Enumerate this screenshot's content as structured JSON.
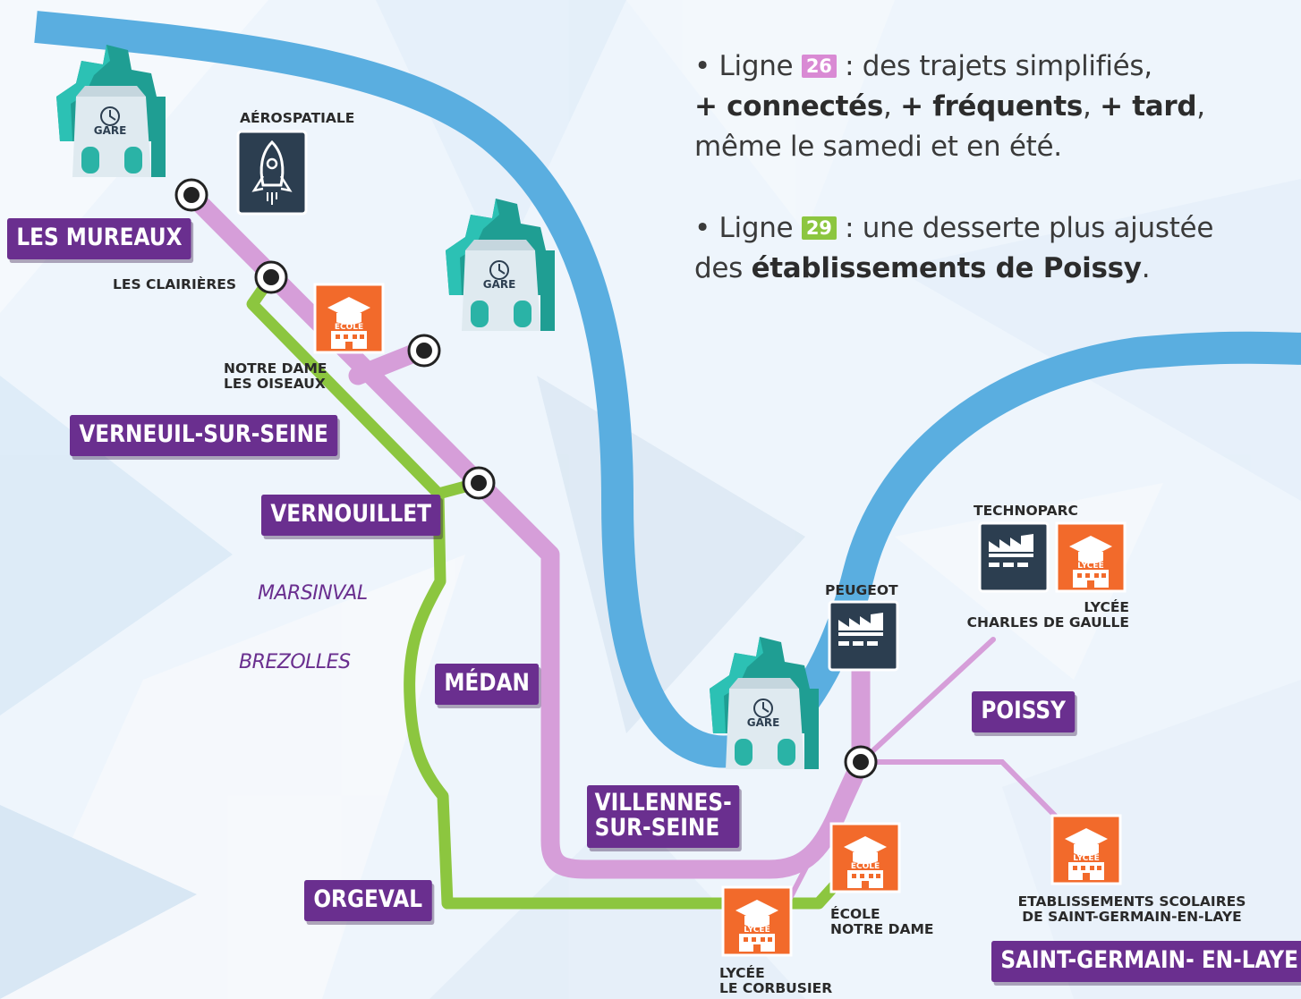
{
  "info": {
    "line_prefix": "• Ligne",
    "line26": {
      "number": "26",
      "color": "#d98ad4",
      "text1": " : des trajets simplifiés,",
      "b1": "+ connectés",
      "sep1": ", ",
      "b2": "+ fréquents",
      "sep2": ", ",
      "b3": "+ tard",
      "sep3": ",",
      "text3": "même le samedi et en été."
    },
    "line29": {
      "number": "29",
      "color": "#8cc63f",
      "text1": " : une desserte plus ajustée",
      "text2_pre": "des ",
      "text2_bold": "établissements de Poissy",
      "text2_post": "."
    }
  },
  "colors": {
    "river": "#5aaee0",
    "line26": "#d69ed9",
    "line29": "#8cc63f",
    "town_label_bg": "#6a2f8f",
    "station_building": "#2ab3a6",
    "school_icon": "#f26a2b",
    "industry_icon": "#2c3e50"
  },
  "towns": {
    "les_mureaux": "LES MUREAUX",
    "verneuil": "VERNEUIL-SUR-SEINE",
    "vernouillet": "VERNOUILLET",
    "medan": "MÉDAN",
    "villennes_1": "VILLENNES-",
    "villennes_2": "SUR-SEINE",
    "orgeval": "ORGEVAL",
    "poissy": "POISSY",
    "saint_germain": "SAINT-GERMAIN- EN-LAYE"
  },
  "districts": {
    "marsinval": "MARSINVAL",
    "brezolles": "BREZOLLES"
  },
  "places": {
    "aerospatiale": "AÉROSPATIALE",
    "les_clairieres": "LES CLAIRIÈRES",
    "notre_dame_oiseaux_1": "NOTRE DAME",
    "notre_dame_oiseaux_2": "LES OISEAUX",
    "technoparc": "TECHNOPARC",
    "peugeot": "PEUGEOT",
    "lycee_cdg_1": "LYCÉE",
    "lycee_cdg_2": "CHARLES DE GAULLE",
    "etab_sg_1": "ETABLISSEMENTS SCOLAIRES",
    "etab_sg_2": "DE SAINT-GERMAIN-EN-LAYE",
    "ecole_nd_1": "ÉCOLE",
    "ecole_nd_2": "NOTRE DAME",
    "lycee_lc_1": "LYCÉE",
    "lycee_lc_2": "LE CORBUSIER"
  },
  "icons": {
    "gare": "GARE",
    "ecole": "ÉCOLE",
    "lycee": "LYCÉE"
  }
}
